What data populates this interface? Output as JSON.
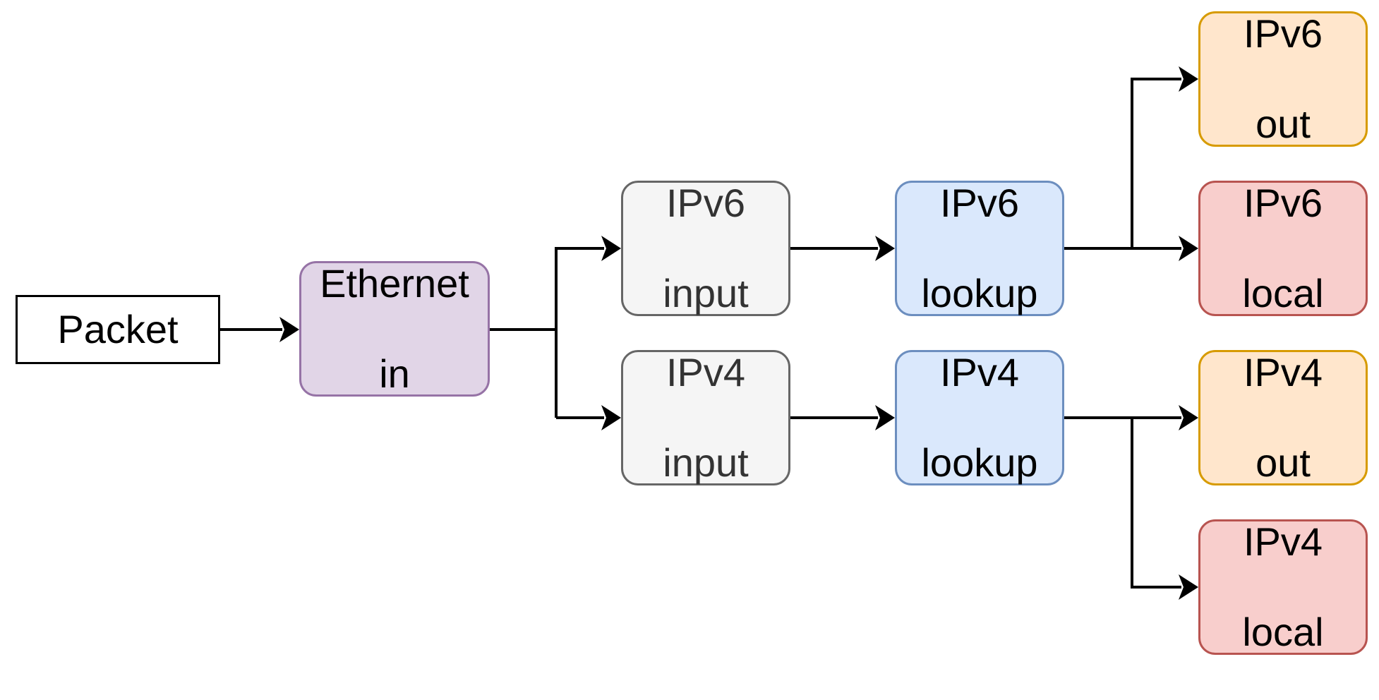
{
  "diagram": {
    "nodes": {
      "packet": {
        "line1": "Packet",
        "line2": ""
      },
      "ethernet_in": {
        "line1": "Ethernet",
        "line2": "in"
      },
      "ipv6_input": {
        "line1": "IPv6",
        "line2": "input"
      },
      "ipv4_input": {
        "line1": "IPv4",
        "line2": "input"
      },
      "ipv6_lookup": {
        "line1": "IPv6",
        "line2": "lookup"
      },
      "ipv4_lookup": {
        "line1": "IPv4",
        "line2": "lookup"
      },
      "ipv6_out": {
        "line1": "IPv6",
        "line2": "out"
      },
      "ipv6_local": {
        "line1": "IPv6",
        "line2": "local"
      },
      "ipv4_out": {
        "line1": "IPv4",
        "line2": "out"
      },
      "ipv4_local": {
        "line1": "IPv4",
        "line2": "local"
      }
    },
    "edges": [
      {
        "from": "packet",
        "to": "ethernet_in"
      },
      {
        "from": "ethernet_in",
        "to": "ipv6_input"
      },
      {
        "from": "ethernet_in",
        "to": "ipv4_input"
      },
      {
        "from": "ipv6_input",
        "to": "ipv6_lookup"
      },
      {
        "from": "ipv4_input",
        "to": "ipv4_lookup"
      },
      {
        "from": "ipv6_lookup",
        "to": "ipv6_out"
      },
      {
        "from": "ipv6_lookup",
        "to": "ipv6_local"
      },
      {
        "from": "ipv4_lookup",
        "to": "ipv4_out"
      },
      {
        "from": "ipv4_lookup",
        "to": "ipv4_local"
      }
    ],
    "colors": {
      "ethernet_fill": "#e1d5e7",
      "ethernet_stroke": "#9673a6",
      "input_fill": "#f5f5f5",
      "input_stroke": "#666666",
      "lookup_fill": "#dae8fc",
      "lookup_stroke": "#6c8ebf",
      "out_fill": "#ffe6cc",
      "out_stroke": "#d79b00",
      "local_fill": "#f8cecc",
      "local_stroke": "#b85450",
      "edge": "#000000"
    }
  }
}
